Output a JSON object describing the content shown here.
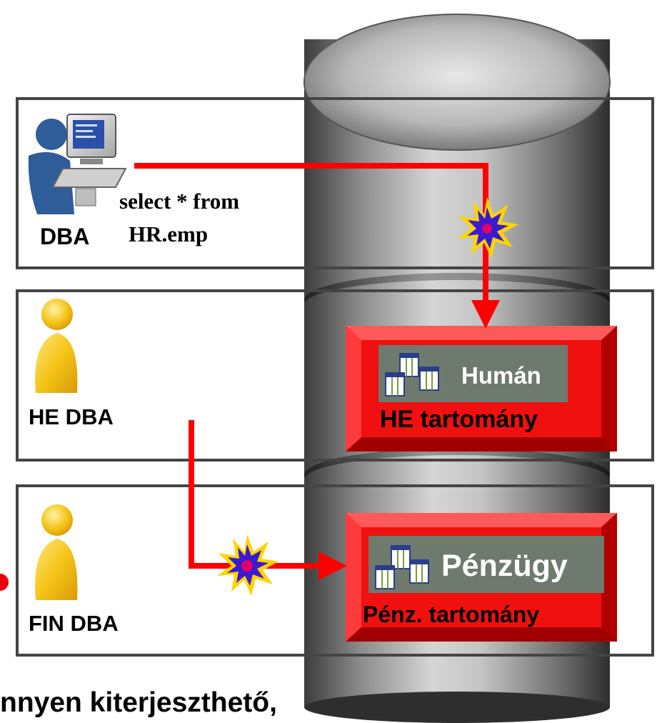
{
  "users": {
    "dba": {
      "label": "DBA"
    },
    "he_dba": {
      "label": "HE DBA"
    },
    "fin_dba": {
      "label": "FIN DBA"
    }
  },
  "query": {
    "line1": "select * from",
    "line2": "HR.emp"
  },
  "domains": {
    "hr": {
      "schema_label": "Humán",
      "domain_label": "HE tartomány"
    },
    "fin": {
      "schema_label": "Pénzügy",
      "domain_label": "Pénz. tartomány"
    }
  },
  "footer_fragment": "nnyen kiterjeszthető,",
  "colors": {
    "arrow": "#ff0000",
    "domain_box": "#e8000a",
    "schema_panel": "#6e7a6e",
    "burst_outer": "#ffd400",
    "burst_inner": "#3a1ad0",
    "burst_core": "#e0006a",
    "user_icon": "#f2c417"
  }
}
